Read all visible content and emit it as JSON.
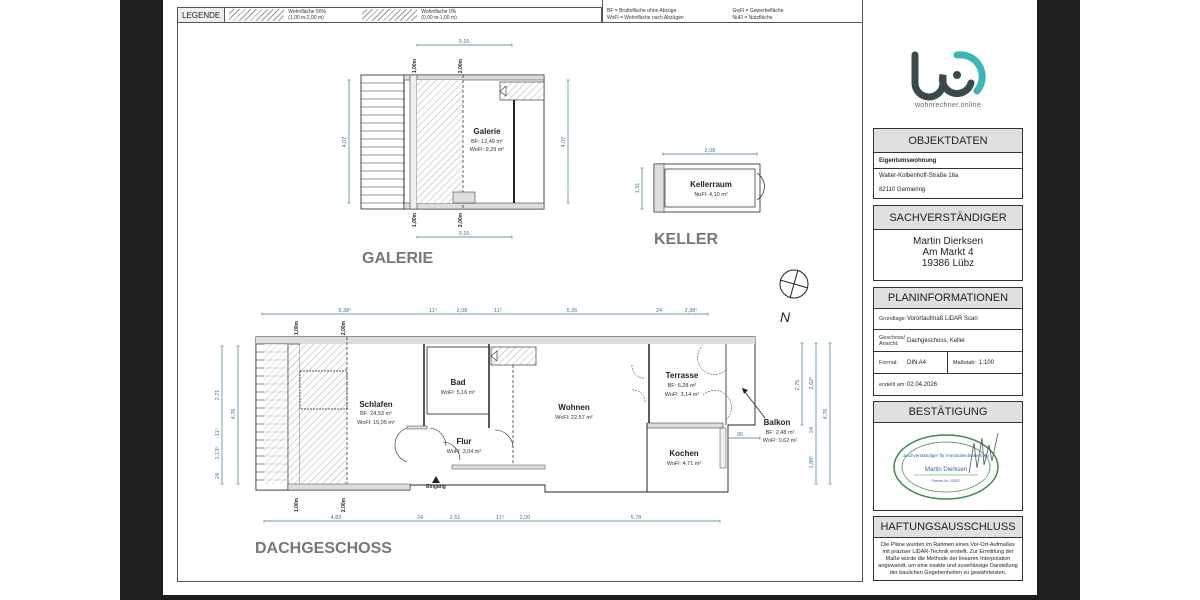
{
  "legend": {
    "title": "LEGENDE",
    "items": [
      {
        "label": "Wohnfläche 50%",
        "range": "(1,00 m-2,00 m)"
      },
      {
        "label": "Wohnfläche 0%",
        "range": "(0,00 m-1,00 m)"
      }
    ]
  },
  "abbreviations": [
    "BF = Bruttofläche ohne Abzüge",
    "GwFl = Gewerbefläche",
    "WoFl = Wohnfläche nach Abzügen",
    "NuFl = Nutzfläche"
  ],
  "logo": {
    "text": "wohnrechner.online",
    "colors": {
      "dark": "#3a4a4c",
      "accent": "#3bb6b8"
    }
  },
  "objektdaten": {
    "title": "OBJEKTDATEN",
    "type": "Eigentumswohnung",
    "street": "Walter-Kolbenhoff-Straße 16a",
    "city": "82110 Germering"
  },
  "sachverstaendiger": {
    "title": "SACHVERSTÄNDIGER",
    "name": "Martin Dierksen",
    "street": "Am Markt 4",
    "city": "19386 Lübz"
  },
  "planinfo": {
    "title": "PLANINFORMATIONEN",
    "grundlage_label": "Grundlage:",
    "grundlage": "Vorortaufmaß LiDAR Scan",
    "geschoss_label": "Geschoss/ Ansicht:",
    "geschoss": "Dachgeschoss, Keller",
    "format_label": "Format:",
    "format": "DIN A4",
    "massstab_label": "Maßstab:",
    "massstab": "1:100",
    "erstellt_label": "erstellt am:",
    "erstellt": "02.04.2026"
  },
  "bestaetigung": {
    "title": "BESTÄTIGUNG",
    "stamp_top": "Sachverständiger für Immobilienbewertung",
    "stamp_name": "Martin Dierksen",
    "stamp_partner": "Partner-Nr.: 92837"
  },
  "haftung": {
    "title": "HAFTUNGSAUSSCHLUSS",
    "text": "Die Pläne wurden im Rahmen eines Vor-Ort-Aufmaßes mit präziser LiDAR-Technik erstellt. Zur Ermittlung der Maße wurde die Methode der linearen Interpolation angewandt, um eine exakte und zuverlässige Darstellung der baulichen Gegebenheiten zu gewährleisten."
  },
  "floors": {
    "galerie": {
      "title": "GALERIE",
      "rooms": [
        {
          "name": "Galerie",
          "bf": "BF: 12,49 m²",
          "wofl": "WoFl: 9,29 m²"
        }
      ],
      "dims": {
        "top": "3,15",
        "bottom": "3,15",
        "left": "4,07",
        "right": "4,07"
      },
      "heights": [
        "1,00m",
        "2,00m"
      ]
    },
    "keller": {
      "title": "KELLER",
      "rooms": [
        {
          "name": "Kellerraum",
          "nufl": "NuFl: 4,10 m²"
        }
      ],
      "dims": {
        "top": "2,08",
        "left": "1,31"
      }
    },
    "dachgeschoss": {
      "title": "DACHGESCHOSS",
      "rooms": [
        {
          "name": "Schlafen",
          "bf": "BF: 24,53 m²",
          "wofl": "WoFl: 15,05 m²"
        },
        {
          "name": "Bad",
          "wofl": "WoFl: 5,16 m²"
        },
        {
          "name": "Flur",
          "wofl": "WoFl: 3,04 m²"
        },
        {
          "name": "Wohnen",
          "wofl": "WoFl: 22,57 m²"
        },
        {
          "name": "Terrasse",
          "bf": "BF: 6,28 m²",
          "wofl": "WoFl: 3,14 m²"
        },
        {
          "name": "Kochen",
          "wofl": "WoFl: 4,71 m²"
        },
        {
          "name": "Balkon",
          "bf": "BF: 2,48 m²",
          "wofl": "WoFl: 0,62 m²"
        }
      ],
      "entrance": "Eingang",
      "dims_top": [
        "5,38⁵",
        "11⁵",
        "2,08",
        "11⁵",
        "5,26",
        "24",
        "2,38⁵"
      ],
      "dims_bottom": [
        "4,83",
        "24",
        "2,51",
        "11⁵",
        "2,00",
        "5,78"
      ],
      "dims_left": [
        "2,71",
        "11⁵",
        "1,13⁵",
        "24",
        "4,76"
      ],
      "dims_right": [
        "2,75",
        "2,62⁵",
        "24",
        "1,88⁵",
        "4,76"
      ],
      "dim_balkon": "90",
      "heights": [
        "1,00m",
        "2,00m"
      ]
    }
  },
  "north": "N"
}
